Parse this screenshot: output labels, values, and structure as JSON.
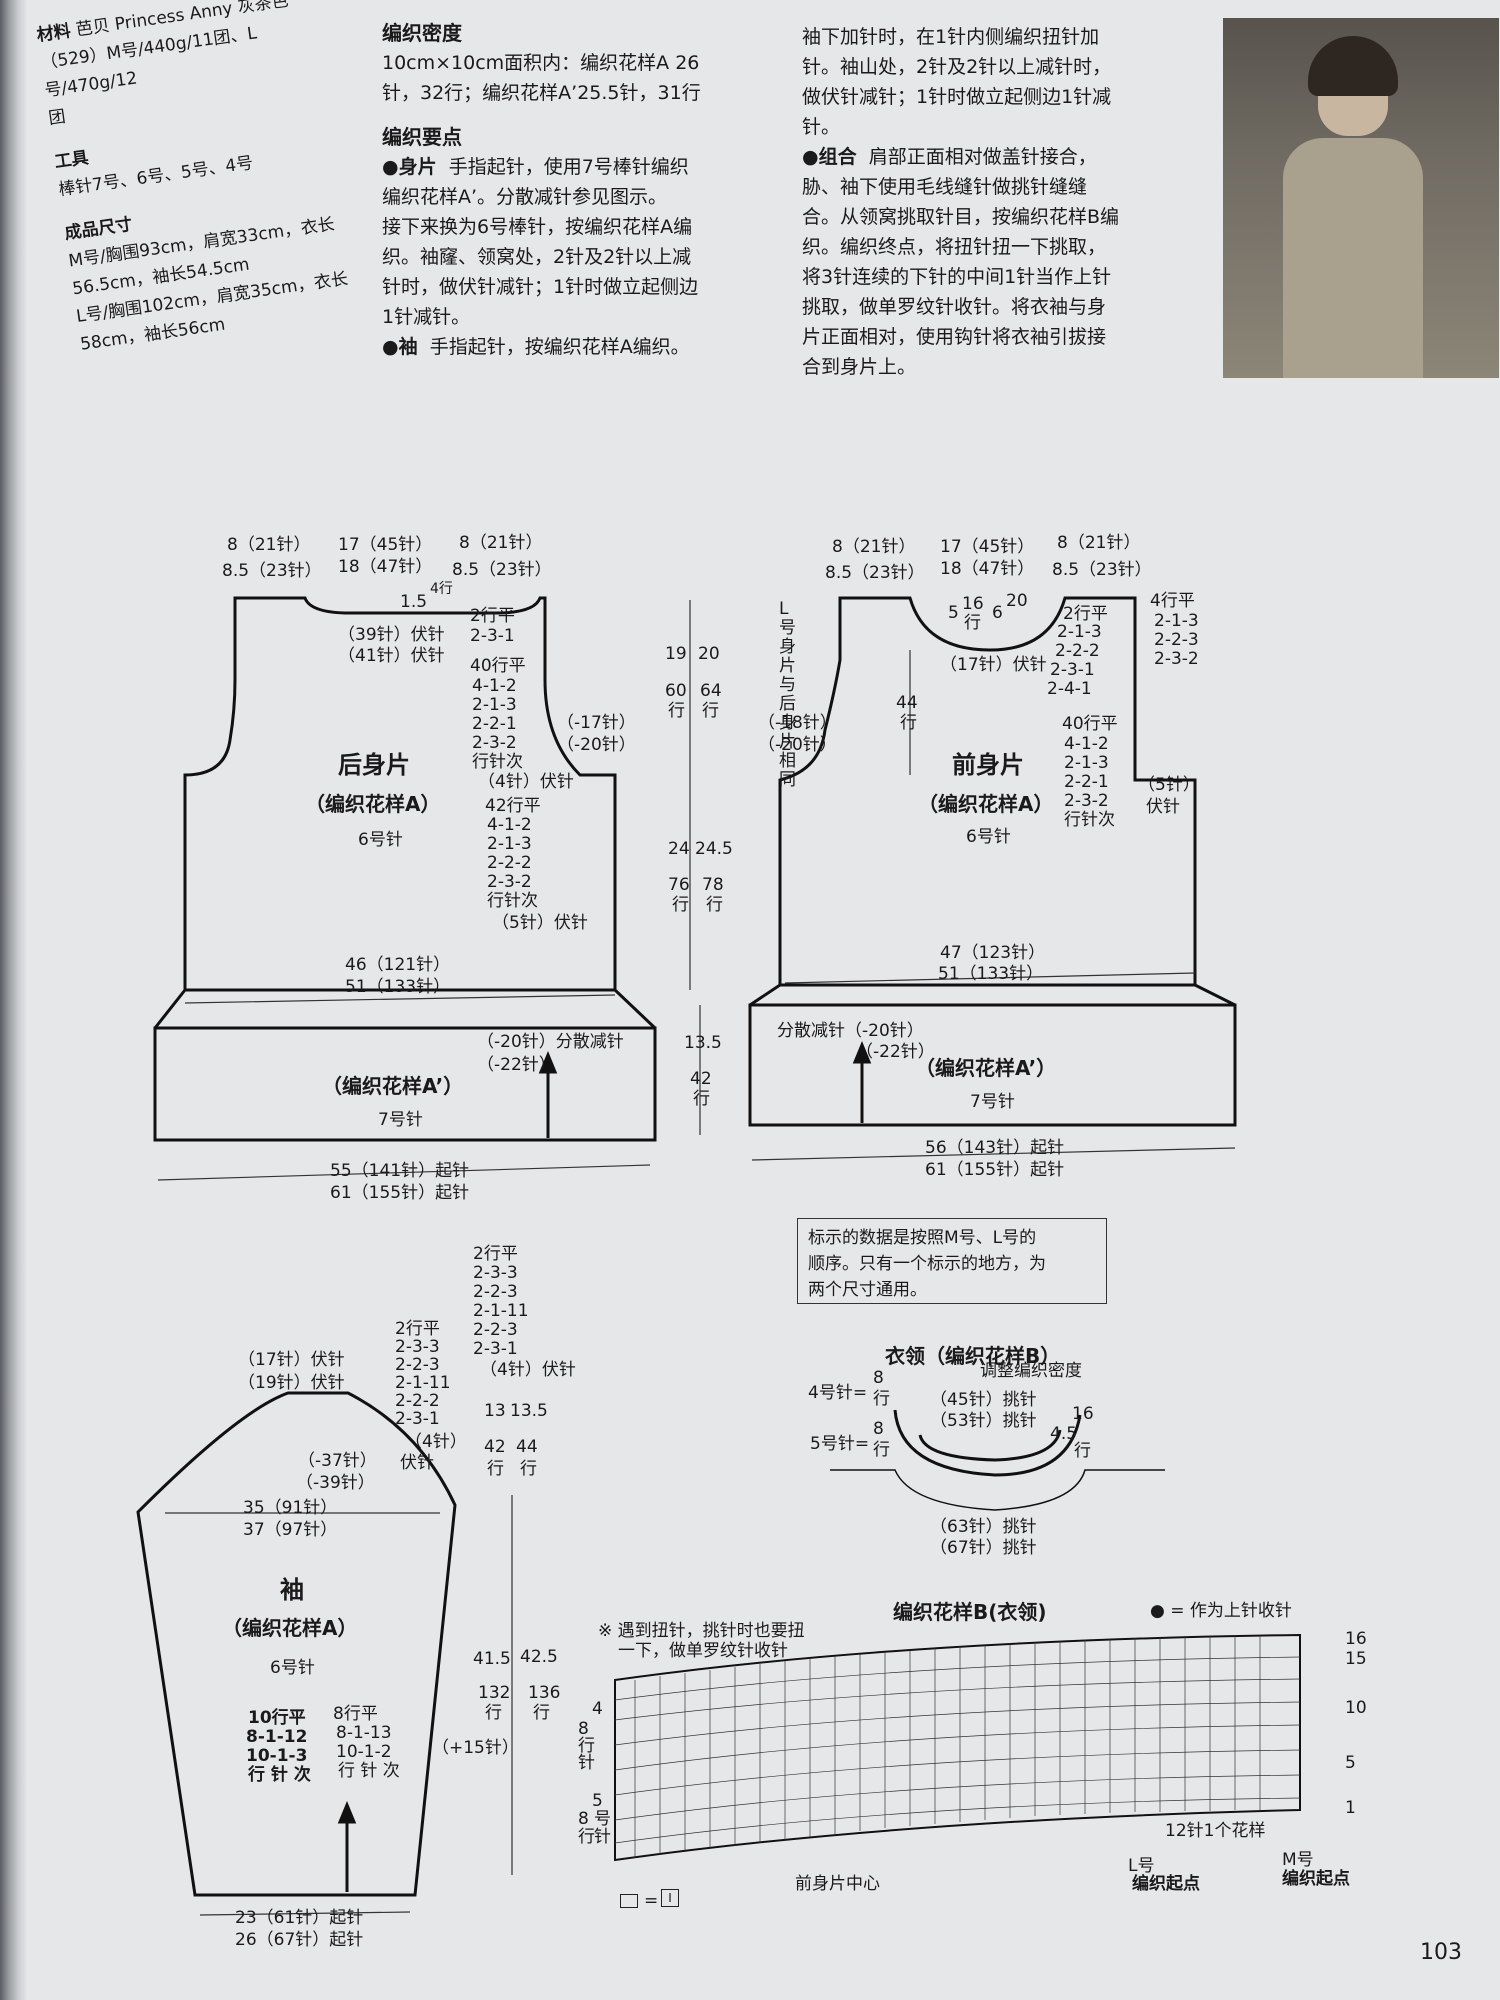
{
  "materials": {
    "label": "材料",
    "line1": "芭贝 Princess Anny 灰茶色",
    "line2": "（529）M号/440g/11团、L号/470g/12",
    "line3": "团",
    "tools_label": "工具",
    "tools": "棒针7号、6号、5号、4号",
    "size_label": "成品尺寸",
    "size_m1": "M号/胸围93cm，肩宽33cm，衣长",
    "size_m2": "56.5cm，袖长54.5cm",
    "size_l1": "L号/胸围102cm，肩宽35cm，衣长",
    "size_l2": "58cm，袖长56cm"
  },
  "gauge": {
    "title": "编织密度",
    "text1": "10cm×10cm面积内：编织花样A 26",
    "text2": "针，32行；编织花样A’25.5针，31行"
  },
  "points": {
    "title": "编织要点",
    "body_label": "●身片",
    "body_lines": [
      "手指起针，使用7号棒针编织",
      "编织花样A’。分散减针参见图示。",
      "接下来换为6号棒针，按编织花样A编",
      "织。袖窿、领窝处，2针及2针以上减",
      "针时，做伏针减针；1针时做立起侧边",
      "1针减针。"
    ],
    "sleeve_label": "●袖",
    "sleeve_line": "手指起针，按编织花样A编织。"
  },
  "right_text": {
    "lines": [
      "袖下加针时，在1针内侧编织扭针加",
      "针。袖山处，2针及2针以上减针时，",
      "做伏针减针；1针时做立起侧边1针减",
      "针。"
    ],
    "assembly_label": "●组合",
    "assembly_lines": [
      "肩部正面相对做盖针接合，",
      "胁、袖下使用毛线缝针做挑针缝缝",
      "合。从领窝挑取针目，按编织花样B编",
      "织。编织终点，将扭针扭一下挑取，",
      "将3针连续的下针的中间1针当作上针",
      "挑取，做单罗纹针收针。将衣袖与身",
      "片正面相对，使用钩针将衣袖引拔接",
      "合到身片上。"
    ]
  },
  "back": {
    "title": "后身片",
    "pattern": "（编织花样A）",
    "needle": "6号针",
    "top_left1": "8（21针）",
    "top_left2": "8.5（23针）",
    "top_mid1": "17（45针）",
    "top_mid2": "18（47针）",
    "top_right1": "8（21针）",
    "top_right2": "8.5（23针）",
    "neck_small": "1.5",
    "neck_rows": "4行",
    "bind1": "（39针）伏针",
    "bind2": "（41针）伏针",
    "dec1": [
      "2行平",
      "2-3-1"
    ],
    "dec2": [
      "40行平",
      "4-1-2",
      "2-1-3",
      "2-2-1",
      "2-3-2",
      "行针次"
    ],
    "bind3": "（4针）伏针",
    "dec3": [
      "42行平",
      "4-1-2",
      "2-1-3",
      "2-2-2",
      "2-3-2",
      "行针次"
    ],
    "bind4": "（5针）伏针",
    "side1": "（-17针）",
    "side2": "（-20针）",
    "bot1": "46（121针）",
    "bot2": "51（133针）",
    "rib_pattern": "（编织花样A’）",
    "rib_needle": "7号针",
    "rib_dec1": "（-20针）分散减针",
    "rib_dec2": "（-22针）",
    "cast1": "55（141针）起针",
    "cast2": "61（155针）起针"
  },
  "middle_measures": {
    "a1": "19",
    "a2": "20",
    "a3": "60",
    "a4": "64",
    "a5": "行",
    "a6": "行",
    "b1": "24",
    "b2": "24.5",
    "b3": "76",
    "b4": "78",
    "b5": "行",
    "b6": "行",
    "c1": "13.5",
    "c2": "42",
    "c3": "行"
  },
  "front": {
    "title": "前身片",
    "pattern": "（编织花样A）",
    "needle": "6号针",
    "top_left1": "8（21针）",
    "top_left2": "8.5（23针）",
    "top_mid1": "17（45针）",
    "top_mid2": "18（47针）",
    "top_right1": "8（21针）",
    "top_right2": "8.5（23针）",
    "neck_a": "5",
    "neck_b": "16",
    "neck_c": "6",
    "neck_d": "20",
    "neck_e": "行",
    "bind1": "（17针）伏针",
    "dec_neck": [
      "2行平",
      "2-1-3",
      "2-2-2",
      "2-3-1",
      "2-4-1"
    ],
    "dec_neck2": [
      "4行平",
      "2-1-3",
      "2-2-3",
      "2-3-2"
    ],
    "l_note": "L号身片与后身片相同",
    "depth1": "44",
    "depth2": "行",
    "side1": "（-18针）",
    "side2": "（-20针）",
    "dec_arm": [
      "40行平",
      "4-1-2",
      "2-1-3",
      "2-2-1",
      "2-3-2",
      "行针次"
    ],
    "bind_arm1": "（5针）",
    "bind_arm2": "伏针",
    "bot1": "47（123针）",
    "bot2": "51（133针）",
    "rib_pattern": "（编织花样A’）",
    "rib_needle": "7号针",
    "rib_dec1": "分散减针（-20针）",
    "rib_dec2": "（-22针）",
    "cast1": "56（143针）起针",
    "cast2": "61（155针）起针"
  },
  "note": {
    "lines": [
      "标示的数据是按照M号、L号的",
      "顺序。只有一个标示的地方，为",
      "两个尺寸通用。"
    ]
  },
  "sleeve": {
    "title": "袖",
    "pattern": "（编织花样A）",
    "needle": "6号针",
    "bind1": "（17针）伏针",
    "bind2": "（19针）伏针",
    "capL": [
      "2行平",
      "2-3-3",
      "2-2-3",
      "2-1-11",
      "2-2-2",
      "2-3-1"
    ],
    "capR": [
      "2行平",
      "2-3-3",
      "2-2-3",
      "2-1-11",
      "2-2-3",
      "2-3-1"
    ],
    "bind3": "（4针）",
    "bind3b": "伏针",
    "bind4": "（4针）伏针",
    "cap_dec1": "（-37针）",
    "cap_dec2": "（-39针）",
    "width1": "35（91针）",
    "width2": "37（97针）",
    "cap_h1": "13",
    "cap_h2": "13.5",
    "cap_r1": "42",
    "cap_r2": "44",
    "row": "行",
    "inc_left": [
      "10行平",
      "8-1-12",
      "10-1-3",
      "行 针 次"
    ],
    "inc_right": [
      "8行平",
      "8-1-13",
      "10-1-2",
      "行 针 次"
    ],
    "len1": "41.5",
    "len2": "42.5",
    "len_r1": "132",
    "len_r2": "136",
    "inc_total": "（+15针）",
    "cast1": "23（61针）起针",
    "cast2": "26（67针）起针"
  },
  "collar": {
    "title": "衣领（编织花样B）",
    "adjust": "调整编织密度",
    "needle4": "4号针=",
    "needle5": "5号针=",
    "rows8": "8",
    "rowlbl": "行",
    "pick1": "（45针）挑针",
    "pick2": "（53针）挑针",
    "right1": "16",
    "right2": "行",
    "right3": "4.5",
    "pick3": "（63针）挑针",
    "pick4": "（67针）挑针"
  },
  "chart": {
    "title": "编织花样B(衣领)",
    "legend": "● = 作为上针收针",
    "note1": "※ 遇到扭针，挑针时也要扭",
    "note2": "一下，做单罗纹针收针",
    "side_top": [
      "4",
      "8",
      "行",
      "针"
    ],
    "side_bot": [
      "5",
      "8",
      "号",
      "行",
      "针"
    ],
    "rows": [
      "16",
      "15",
      "10",
      "5",
      "1"
    ],
    "repeat": "12针1个花样",
    "front_center": "前身片中心",
    "l_start1": "L号",
    "l_start2": "编织起点",
    "m_start1": "M号",
    "m_start2": "编织起点",
    "key_eq": "=",
    "key_sym": "I"
  },
  "page_number": "103"
}
